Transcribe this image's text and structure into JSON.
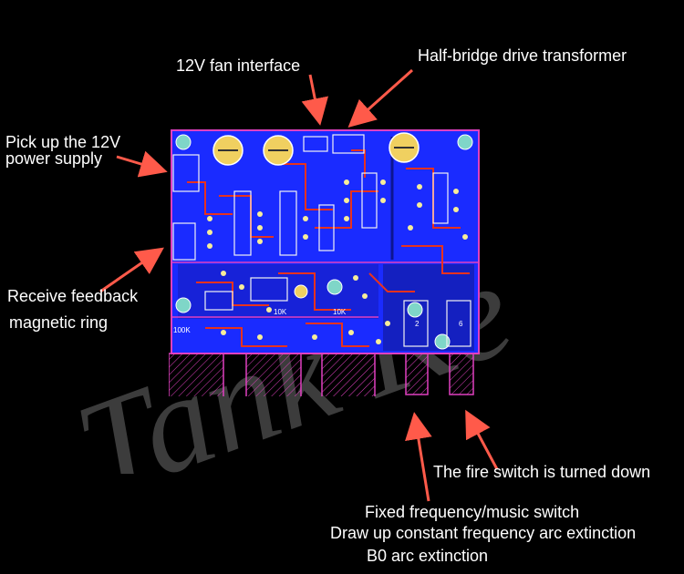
{
  "watermark": "Tank Ke",
  "labels": {
    "fan": "12V fan interface",
    "transformer": "Half-bridge drive transformer",
    "power_line1": "Pick up the 12V",
    "power_line2": "power supply",
    "feedback_line1": "Receive feedback",
    "feedback_line2": "magnetic ring",
    "fire_switch": "The fire switch is turned down",
    "fixed_freq": "Fixed frequency/music switch",
    "draw_up": "Draw up constant frequency arc extinction",
    "b0": "B0 arc extinction"
  },
  "board_marks": {
    "r10k_a": "10K",
    "r10k_b": "10K",
    "r100k": "100K",
    "s2": "2",
    "s6": "6"
  },
  "colors": {
    "background": "#000000",
    "pcb_blue": "#1a2bff",
    "pcb_dark": "#1218a8",
    "outline": "#e040c0",
    "copper_red": "#e8321e",
    "pad": "#7fd6c8",
    "silk_yellow": "#ffe070",
    "arrow": "#ff5a4a",
    "text": "#ffffff",
    "watermark": "#6e6e6e"
  }
}
